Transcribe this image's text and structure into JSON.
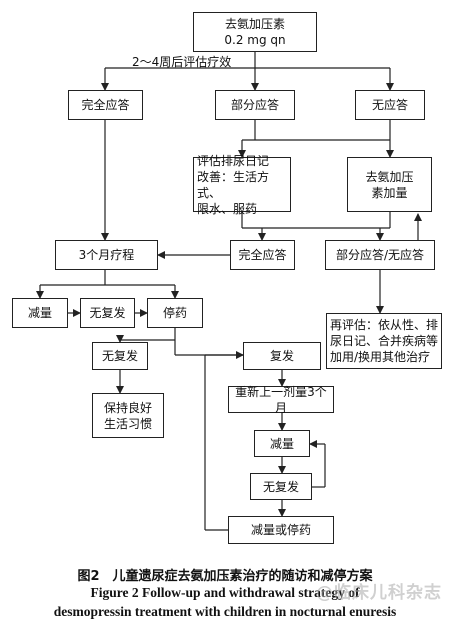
{
  "nodes": {
    "start": "去氨加压素\n0.2 mg qn",
    "complete1": "完全应答",
    "partial1": "部分应答",
    "none1": "无应答",
    "evaluate_diary": "评估排尿日记\n改善：生活方式、\n限水、服药",
    "dose_up": "去氨加压\n素加量",
    "course3": "3个月疗程",
    "complete2": "完全应答",
    "partial_none": "部分应答/无应答",
    "reduce1": "减量",
    "no_relapse1": "无复发",
    "stop": "停药",
    "reevaluate": "再评估：依从性、排\n尿日记、合并疾病等\n加用/换用其他治疗",
    "no_relapse2": "无复发",
    "relapse": "复发",
    "keep_habits": "保持良好\n生活习惯",
    "restart": "重新上一剂量3个月",
    "reduce2": "减量",
    "no_relapse3": "无复发",
    "reduce_or_stop": "减量或停药"
  },
  "edge_label": "2～4周后评估疗效",
  "caption": {
    "zh": "图2　儿童遗尿症去氨加压素治疗的随访和减停方案",
    "en_line1": "Figure 2   Follow-up and withdrawal strategy of",
    "en_line2": "desmopressin treatment with children in nocturnal enuresis"
  },
  "watermark": "@临床儿科杂志"
}
